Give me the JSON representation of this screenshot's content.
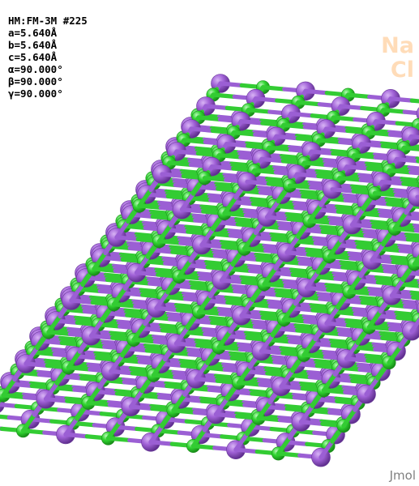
{
  "cell_info": {
    "lines": [
      "HM:FM-3M #225",
      "a=5.640Å",
      "b=5.640Å",
      "c=5.640Å",
      "α=90.000°",
      "β=90.000°",
      "γ=90.000°"
    ]
  },
  "legend": {
    "elements": [
      {
        "symbol": "Na",
        "color": "#ffdcb8"
      },
      {
        "symbol": "Cl",
        "color": "#ffdcb8"
      }
    ]
  },
  "atom_colors": {
    "Na": "#a263d8",
    "Cl": "#31d631",
    "bond_Na": "#9b5fd4",
    "bond_Cl": "#33cc33"
  },
  "watermark": {
    "text": "Jmol",
    "color": "#808080"
  }
}
